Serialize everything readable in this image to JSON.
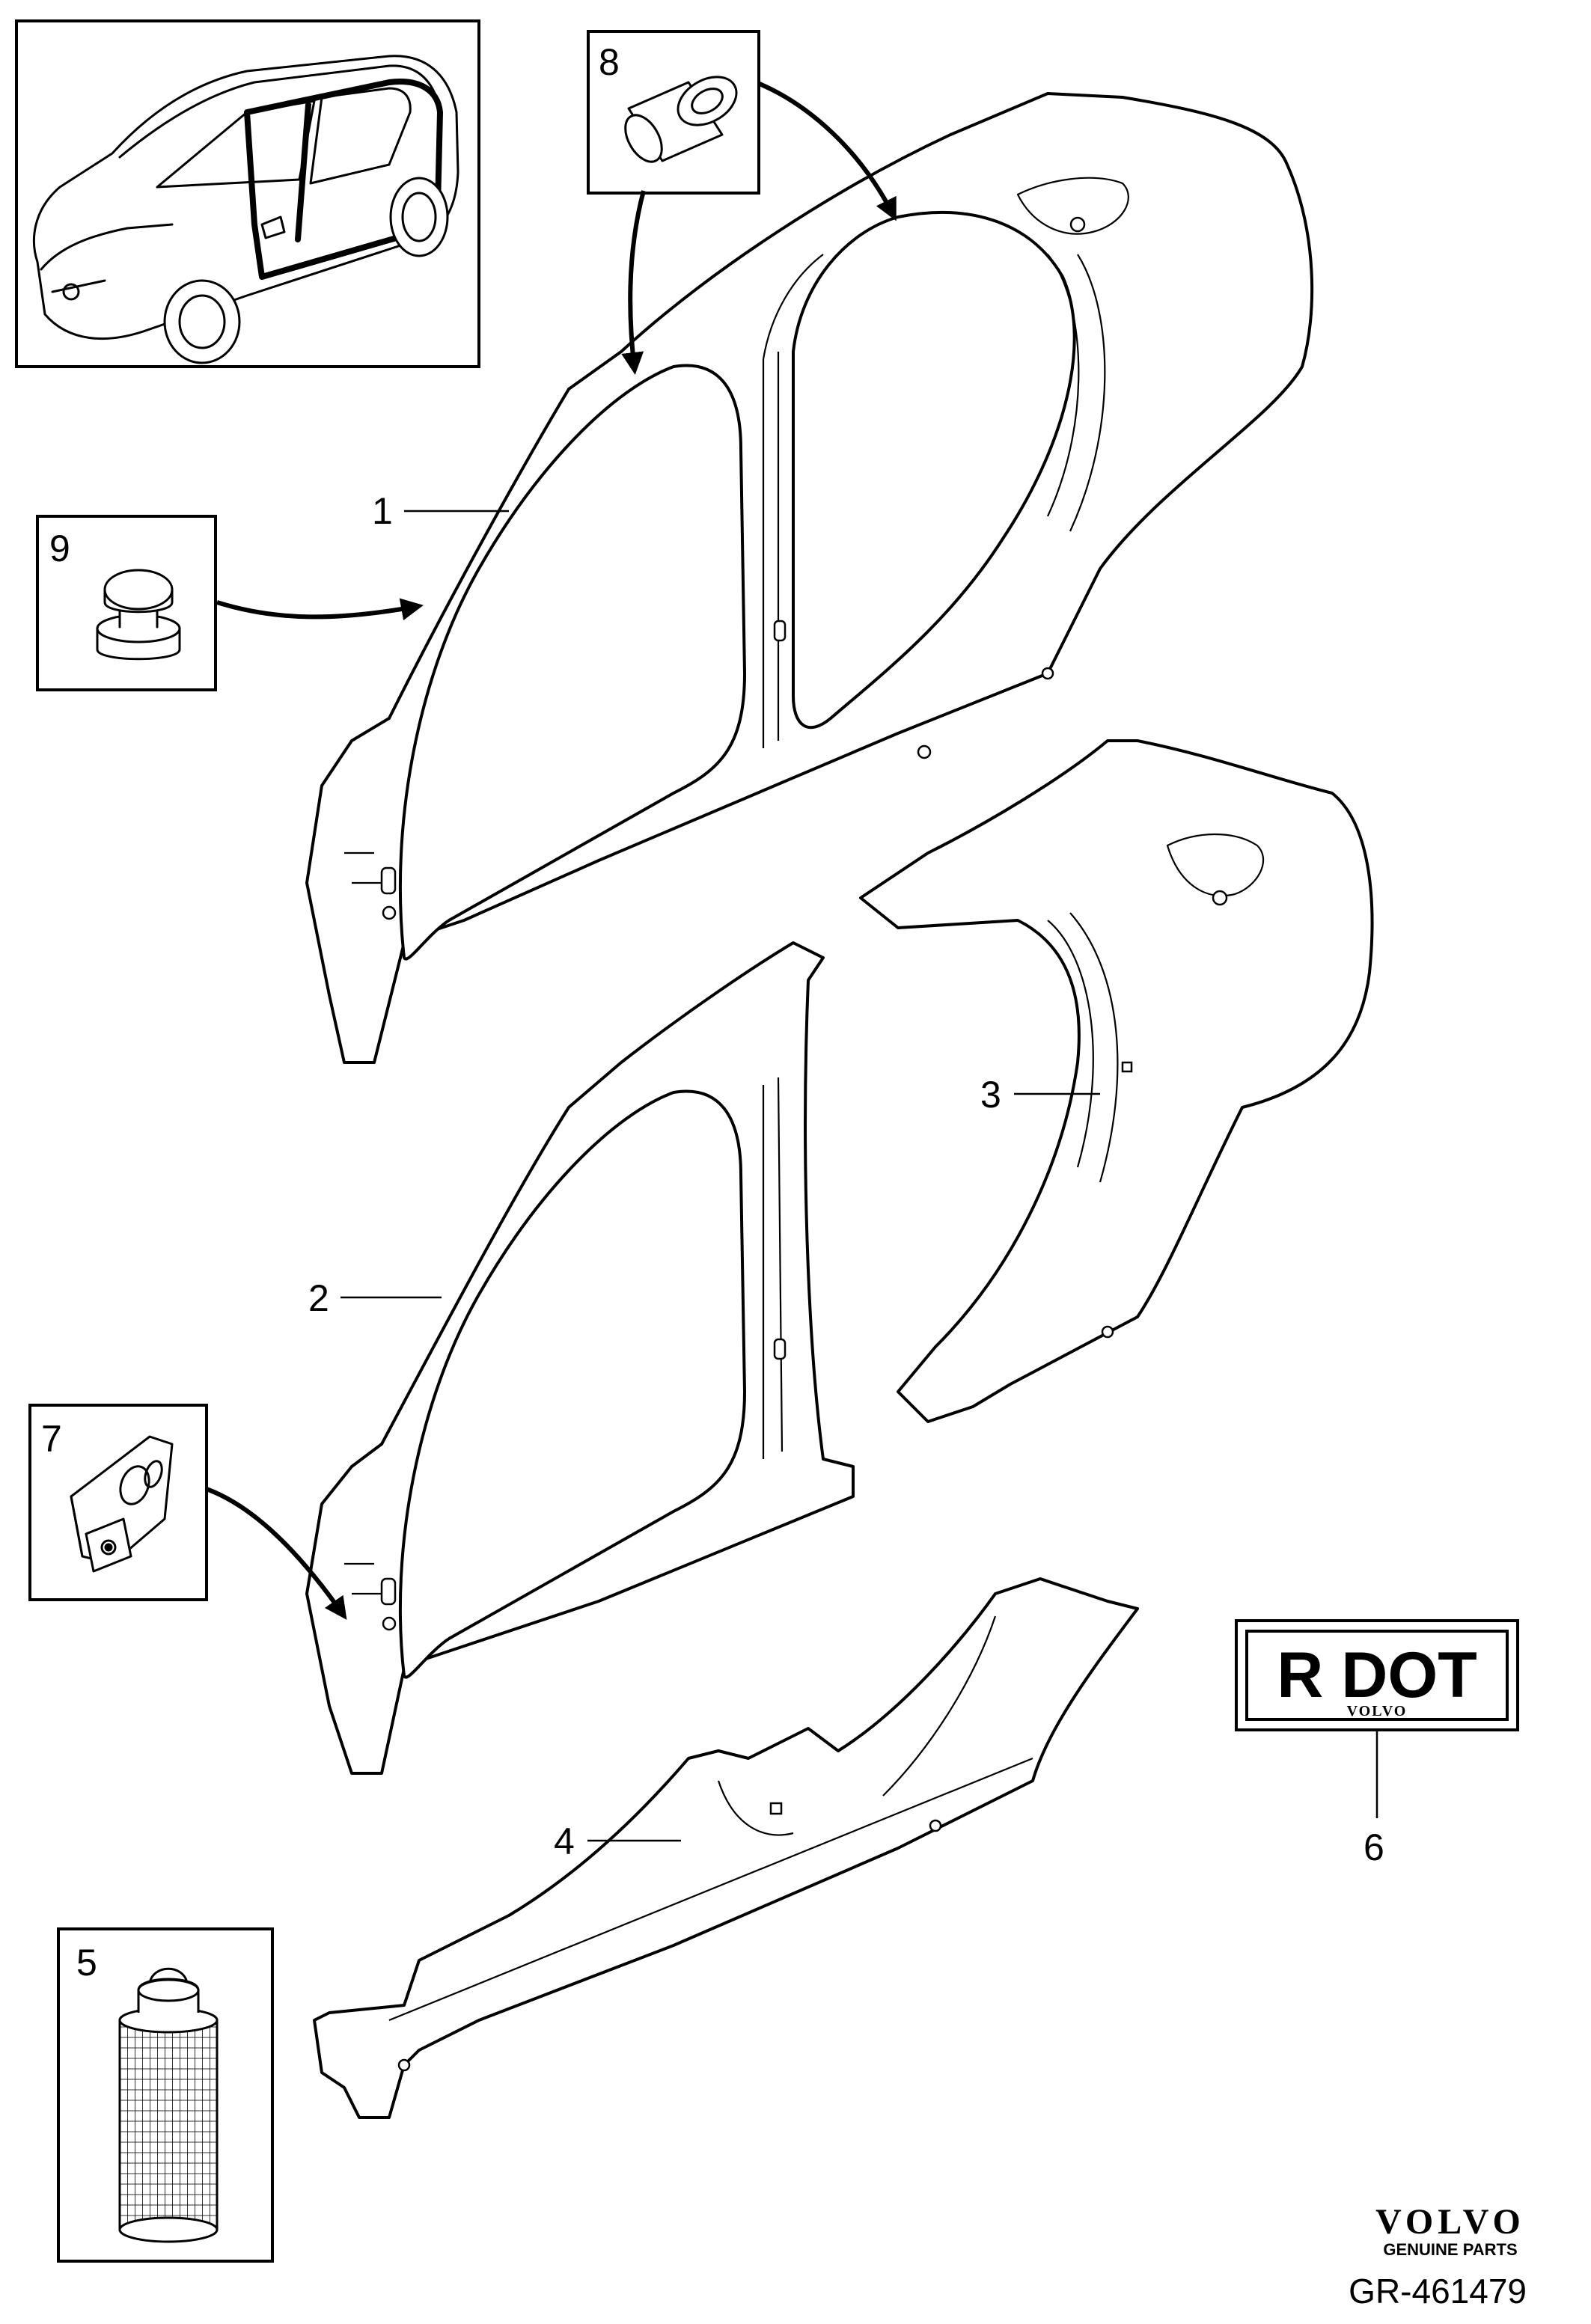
{
  "callouts": {
    "c1": "1",
    "c2": "2",
    "c3": "3",
    "c4": "4",
    "c5": "5",
    "c6": "6",
    "c7": "7",
    "c8": "8",
    "c9": "9"
  },
  "label_plate": {
    "main_text": "R DOT",
    "sub_text": "VOLVO"
  },
  "brand": {
    "logo_text": "VOLVO",
    "tagline": "GENUINE PARTS"
  },
  "reference_code": "GR-461479"
}
